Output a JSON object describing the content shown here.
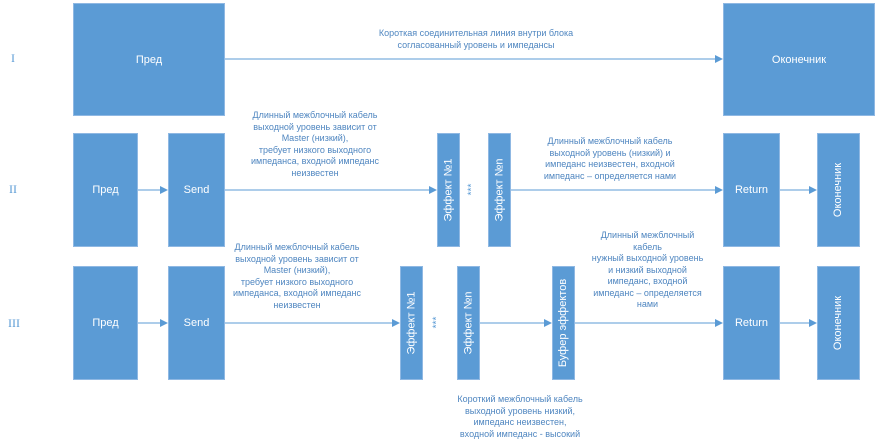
{
  "rows": {
    "r1": {
      "numeral": "I",
      "source": "Пред",
      "terminal": "Оконечник",
      "note": [
        "Короткая соединительная линия внутри блока",
        "согласованный уровень и импедансы"
      ]
    },
    "r2": {
      "numeral": "II",
      "source": "Пред",
      "send": "Send",
      "fx1": "Эффект №1",
      "fxn": "Эффект №n",
      "dots": "***",
      "ret": "Return",
      "terminal": "Оконечник",
      "note_send": [
        "Длинный межблочный кабель",
        "выходной уровень зависит от",
        "Master (низкий),",
        "требует низкого выходного",
        "импеданса, входной импеданс",
        "неизвестен"
      ],
      "note_return": [
        "Длинный межблочный кабель",
        "выходной уровень (низкий) и",
        "импеданс неизвестен, входной",
        "импеданс – определяется нами"
      ]
    },
    "r3": {
      "numeral": "III",
      "source": "Пред",
      "send": "Send",
      "fx1": "Эффект №1",
      "fxn": "Эффект №n",
      "dots": "***",
      "buffer": "Буфер эффектов",
      "ret": "Return",
      "terminal": "Оконечник",
      "note_send": [
        "Длинный межблочный кабель",
        "выходной уровень зависит от",
        "Master (низкий),",
        "требует низкого выходного",
        "импеданса, входной импеданс",
        "неизвестен"
      ],
      "note_return": [
        "Длинный межблочный",
        "кабель",
        "нужный выходной уровень",
        "и низкий выходной",
        "импеданс, входной",
        "импеданс – определяется",
        "нами"
      ],
      "note_buffer": [
        "Короткий межблочный кабель",
        "выходной уровень низкий,",
        "импеданс неизвестен,",
        "входной импеданс - высокий"
      ]
    }
  },
  "colors": {
    "box": "#5b9bd5",
    "line": "#5b9bd5",
    "text": "#4f86c0"
  }
}
